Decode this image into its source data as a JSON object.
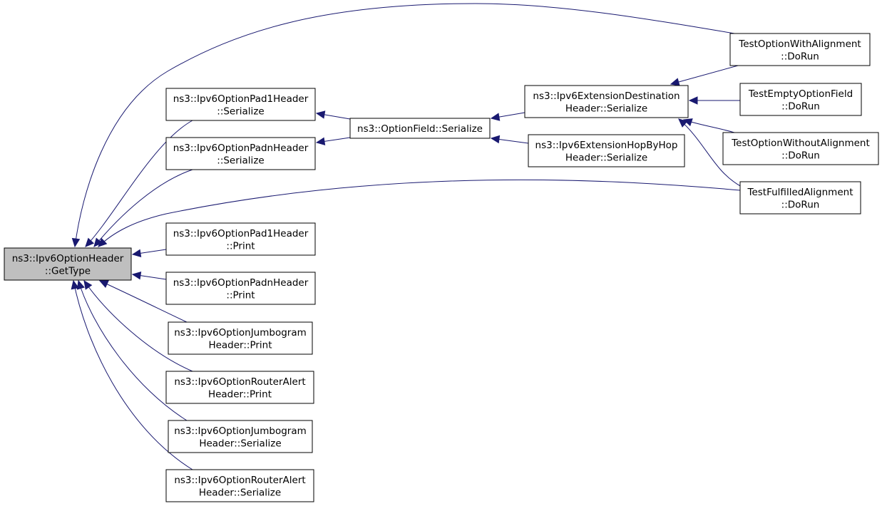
{
  "graph": {
    "nodes": [
      {
        "id": "gettype",
        "lines": [
          "ns3::Ipv6OptionHeader",
          "::GetType"
        ],
        "highlight": true
      },
      {
        "id": "pad1_serialize",
        "lines": [
          "ns3::Ipv6OptionPad1Header",
          "::Serialize"
        ]
      },
      {
        "id": "padn_serialize",
        "lines": [
          "ns3::Ipv6OptionPadnHeader",
          "::Serialize"
        ]
      },
      {
        "id": "pad1_print",
        "lines": [
          "ns3::Ipv6OptionPad1Header",
          "::Print"
        ]
      },
      {
        "id": "padn_print",
        "lines": [
          "ns3::Ipv6OptionPadnHeader",
          "::Print"
        ]
      },
      {
        "id": "jumbo_print",
        "lines": [
          "ns3::Ipv6OptionJumbogram",
          "Header::Print"
        ]
      },
      {
        "id": "router_print",
        "lines": [
          "ns3::Ipv6OptionRouterAlert",
          "Header::Print"
        ]
      },
      {
        "id": "jumbo_serialize",
        "lines": [
          "ns3::Ipv6OptionJumbogram",
          "Header::Serialize"
        ]
      },
      {
        "id": "router_serialize",
        "lines": [
          "ns3::Ipv6OptionRouterAlert",
          "Header::Serialize"
        ]
      },
      {
        "id": "optionfield_serialize",
        "lines": [
          "ns3::OptionField::Serialize"
        ]
      },
      {
        "id": "extdest_serialize",
        "lines": [
          "ns3::Ipv6ExtensionDestination",
          "Header::Serialize"
        ]
      },
      {
        "id": "exthop_serialize",
        "lines": [
          "ns3::Ipv6ExtensionHopByHop",
          "Header::Serialize"
        ]
      },
      {
        "id": "test_with_align",
        "lines": [
          "TestOptionWithAlignment",
          "::DoRun"
        ]
      },
      {
        "id": "test_empty",
        "lines": [
          "TestEmptyOptionField",
          "::DoRun"
        ]
      },
      {
        "id": "test_without_align",
        "lines": [
          "TestOptionWithoutAlignment",
          "::DoRun"
        ]
      },
      {
        "id": "test_fulfilled",
        "lines": [
          "TestFulfilledAlignment",
          "::DoRun"
        ]
      }
    ],
    "edges": [
      {
        "from": "pad1_serialize",
        "to": "gettype"
      },
      {
        "from": "padn_serialize",
        "to": "gettype"
      },
      {
        "from": "pad1_print",
        "to": "gettype"
      },
      {
        "from": "padn_print",
        "to": "gettype"
      },
      {
        "from": "jumbo_print",
        "to": "gettype"
      },
      {
        "from": "router_print",
        "to": "gettype"
      },
      {
        "from": "jumbo_serialize",
        "to": "gettype"
      },
      {
        "from": "router_serialize",
        "to": "gettype"
      },
      {
        "from": "test_with_align",
        "to": "gettype"
      },
      {
        "from": "test_fulfilled",
        "to": "gettype"
      },
      {
        "from": "optionfield_serialize",
        "to": "pad1_serialize"
      },
      {
        "from": "optionfield_serialize",
        "to": "padn_serialize"
      },
      {
        "from": "extdest_serialize",
        "to": "optionfield_serialize"
      },
      {
        "from": "exthop_serialize",
        "to": "optionfield_serialize"
      },
      {
        "from": "test_with_align",
        "to": "extdest_serialize"
      },
      {
        "from": "test_empty",
        "to": "extdest_serialize"
      },
      {
        "from": "test_without_align",
        "to": "extdest_serialize"
      },
      {
        "from": "test_fulfilled",
        "to": "extdest_serialize"
      }
    ]
  }
}
